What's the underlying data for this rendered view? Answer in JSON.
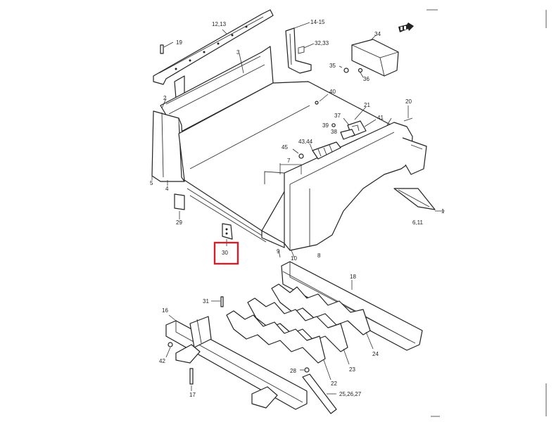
{
  "diagram": {
    "highlight_color": "#d21f2a",
    "highlighted_part": "30",
    "labels": {
      "p1213": "12,13",
      "p1415": "14-15",
      "p3233": "32,33",
      "p34": "34",
      "p35": "35",
      "p36": "36",
      "p19": "19",
      "p3": "3",
      "p2": "2",
      "p40": "40",
      "p20": "20",
      "p21": "21",
      "p37": "37",
      "p39": "39",
      "p38": "38",
      "p41": "41",
      "p4344": "43,44",
      "p45": "45",
      "p7": "7",
      "p5": "5",
      "p4": "4",
      "p1": "1",
      "p611": "6,11",
      "p29": "29",
      "p30": "30",
      "p9": "9",
      "p10": "10",
      "p8": "8",
      "p18": "18",
      "p31": "31",
      "p16": "16",
      "p42": "42",
      "p24": "24",
      "p23": "23",
      "p28": "28",
      "p22": "22",
      "p252627": "25,26,27",
      "p17": "17"
    },
    "icons": [
      "arrow-icon"
    ]
  }
}
